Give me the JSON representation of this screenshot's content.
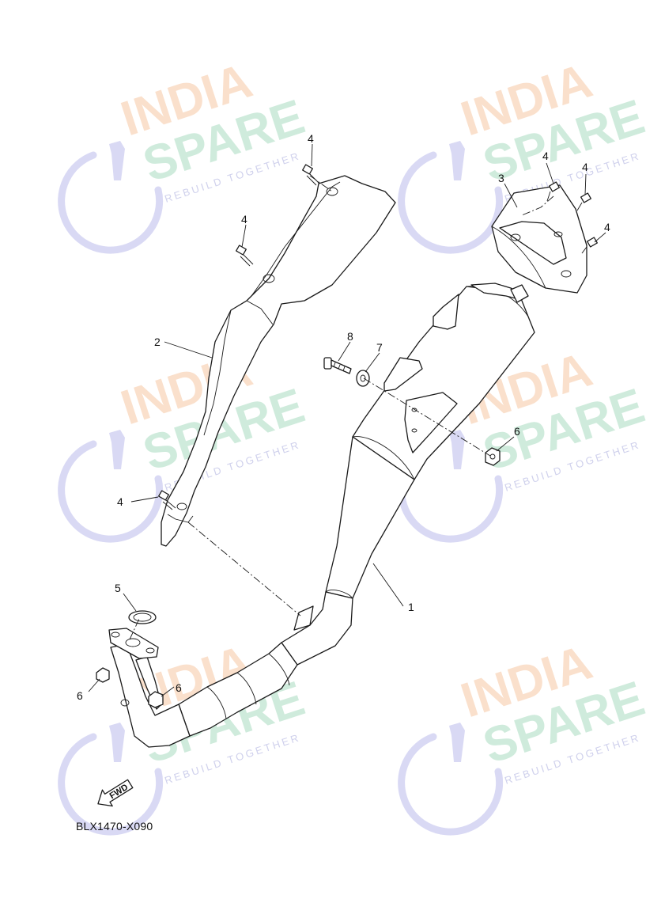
{
  "diagram": {
    "drawing_code": "BLX1470-X090",
    "direction_label": "FWD",
    "callouts": {
      "muffler": "1",
      "protector_front": "2",
      "muffler_end_cap": "3",
      "bolt_protector_top": "4",
      "bolt_protector_mid": "4",
      "bolt_protector_low": "4",
      "bolt_cap_a": "4",
      "bolt_cap_b": "4",
      "bolt_cap_c": "4",
      "gasket": "5",
      "nut_pipe_left": "6",
      "nut_pipe_right": "6",
      "nut_bracket": "6",
      "washer": "7",
      "bolt_bracket": "8"
    }
  },
  "watermark": {
    "line1": "INDIA",
    "line2": "SPARE",
    "tagline": "REBUILD TOGETHER",
    "colors": {
      "india": "#f7c8a4",
      "spare": "#a9dcc0",
      "logo": "#c9c9ef"
    }
  }
}
